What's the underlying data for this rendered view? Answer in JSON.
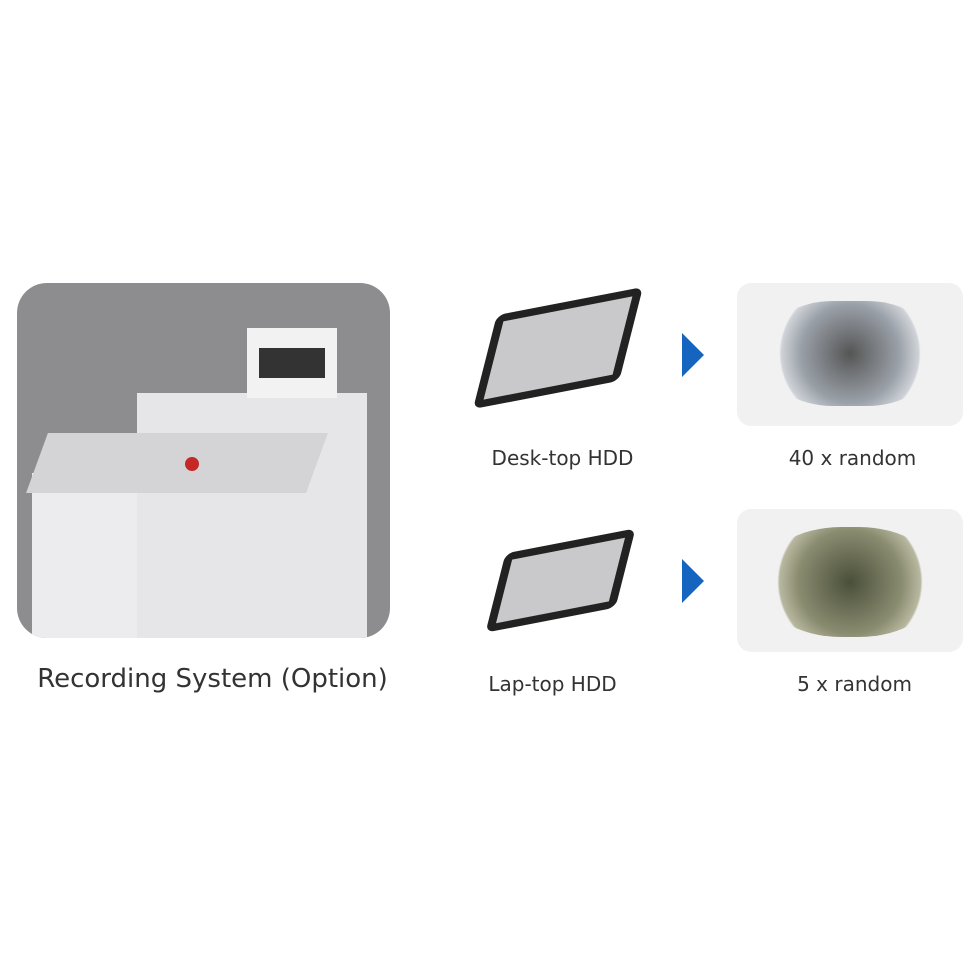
{
  "left": {
    "caption": "Recording System (Option)"
  },
  "rows": [
    {
      "hdd_label": "Desk-top HDD",
      "result": "40 x random"
    },
    {
      "hdd_label": "Lap-top HDD",
      "result": "5 x random"
    }
  ],
  "colors": {
    "arrow": "#1565c0"
  }
}
